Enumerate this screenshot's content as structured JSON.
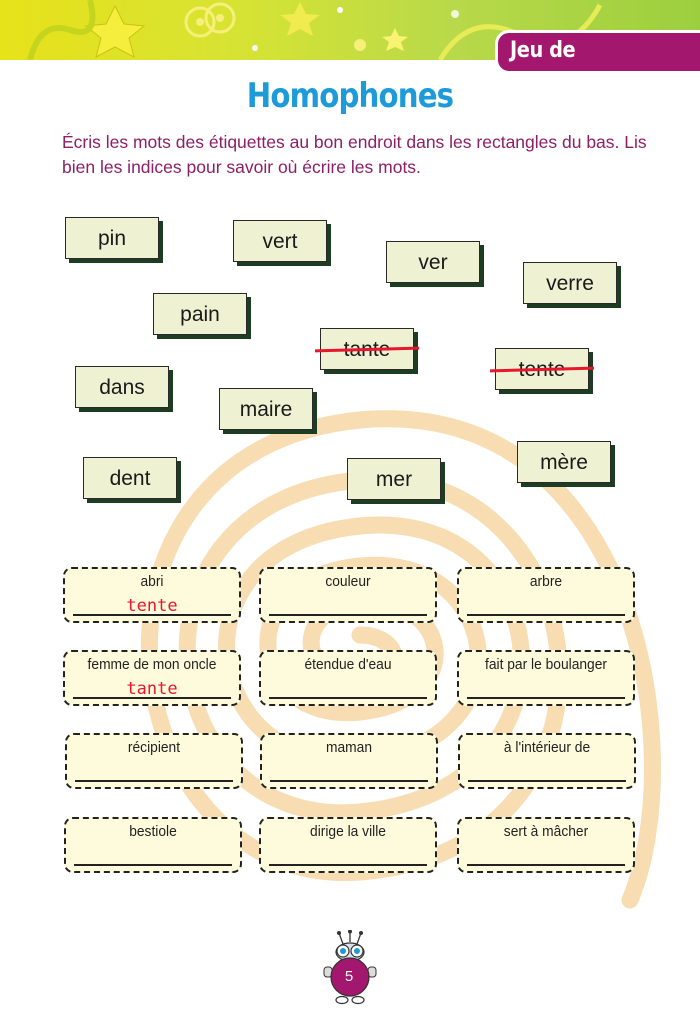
{
  "header": {
    "tab_label": "Jeu de Français"
  },
  "title": "Homophones",
  "instructions": "Écris les mots des étiquettes au bon endroit dans les rectangles du bas. Lis bien les indices pour savoir où écrire les mots.",
  "tags": [
    {
      "word": "pin",
      "crossed": false
    },
    {
      "word": "vert",
      "crossed": false
    },
    {
      "word": "ver",
      "crossed": false
    },
    {
      "word": "verre",
      "crossed": false
    },
    {
      "word": "pain",
      "crossed": false
    },
    {
      "word": "tante",
      "crossed": true
    },
    {
      "word": "tente",
      "crossed": true
    },
    {
      "word": "dans",
      "crossed": false
    },
    {
      "word": "maire",
      "crossed": false
    },
    {
      "word": "dent",
      "crossed": false
    },
    {
      "word": "mer",
      "crossed": false
    },
    {
      "word": "mère",
      "crossed": false
    }
  ],
  "boxes": [
    {
      "clue": "abri",
      "answer": "tente"
    },
    {
      "clue": "couleur",
      "answer": ""
    },
    {
      "clue": "arbre",
      "answer": ""
    },
    {
      "clue": "femme de mon oncle",
      "answer": "tante"
    },
    {
      "clue": "étendue d'eau",
      "answer": ""
    },
    {
      "clue": "fait par le boulanger",
      "answer": ""
    },
    {
      "clue": "récipient",
      "answer": ""
    },
    {
      "clue": "maman",
      "answer": ""
    },
    {
      "clue": "à l'intérieur de",
      "answer": ""
    },
    {
      "clue": "bestiole",
      "answer": ""
    },
    {
      "clue": "dirige la ville",
      "answer": ""
    },
    {
      "clue": "sert à mâcher",
      "answer": ""
    }
  ],
  "page_number": "5",
  "colors": {
    "title": "#1d9ad8",
    "instructions": "#8c1f66",
    "tab": "#a3176f",
    "tag_fill": "#eef2d2",
    "box_fill": "#fefbdc",
    "answer_ink": "#e8172e",
    "spiral": "#f8dcb2"
  },
  "icons": {
    "banner": "stars-and-bubbles-pattern",
    "mascot": "cartoon-creature-icon"
  }
}
